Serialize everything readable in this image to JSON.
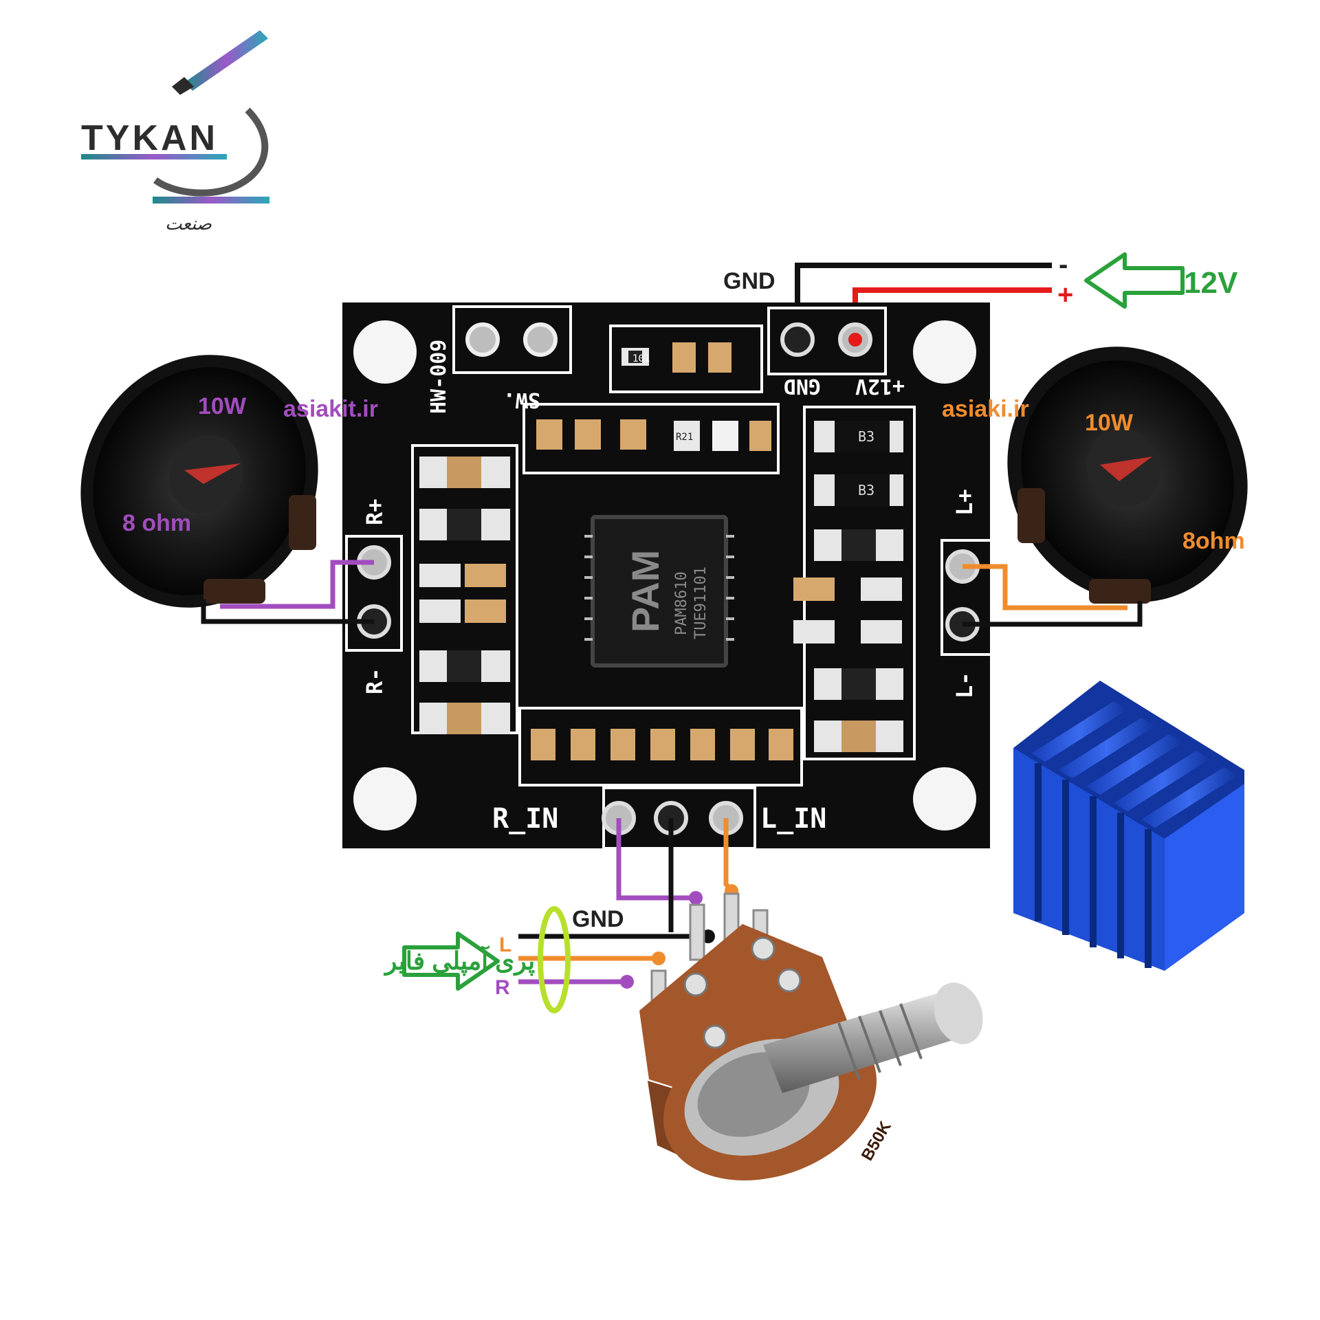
{
  "logo": {
    "text": "TYKAN",
    "script": "صنعت"
  },
  "power": {
    "gnd_label": "GND",
    "minus": "-",
    "plus": "+",
    "voltage": "12V"
  },
  "board": {
    "model": "HW-009",
    "sw_label": "SW.",
    "gnd_pad": "GND",
    "v12_pad": "+12V",
    "r_plus": "R+",
    "r_minus": "R-",
    "l_plus": "L+",
    "l_minus": "L-",
    "r_in": "R_IN",
    "l_in": "L_IN",
    "chip_logo": "PAM",
    "chip_model": "PAM8610",
    "chip_code": "TUE91101",
    "b3_a": "B3",
    "b3_b": "B3",
    "code_101": "101",
    "code_r21": "R21"
  },
  "left_speaker": {
    "power": "10W",
    "impedance": "8 ohm",
    "watermark": "asiakit.ir"
  },
  "right_speaker": {
    "power": "10W",
    "impedance": "8ohm",
    "watermark": "asiaki.ir"
  },
  "input": {
    "gnd_label": "GND",
    "l_label": "L",
    "r_label": "R",
    "preamp_label": "پری آمپلی فایر",
    "pot_value": "B50K"
  },
  "colors": {
    "board": "#0d0d0d",
    "pcb_line": "#ffffff",
    "wire_black": "#111111",
    "wire_red": "#e41b1b",
    "wire_purple": "#a24dbf",
    "wire_orange": "#f08c2e",
    "arrow_green": "#2aa13b",
    "ring_yellow_green": "#b7e02c",
    "heatsink_blue": "#1f4fd6",
    "pot_brown": "#a4572a"
  },
  "icons": [
    "speaker-icon",
    "heatsink-icon",
    "potentiometer-icon",
    "arrow-icon",
    "logo-icon"
  ]
}
